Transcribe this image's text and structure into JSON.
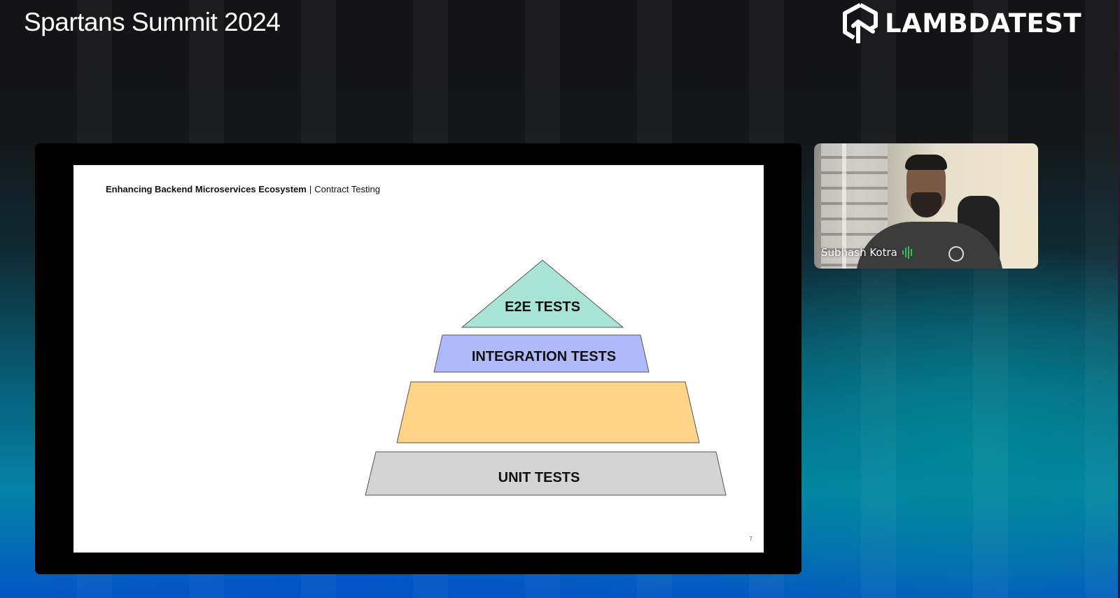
{
  "header": {
    "event_title": "Spartans Summit 2024",
    "brand_name": "LAMBDATEST",
    "brand_logo_icon": "lambdatest-logo-icon"
  },
  "presentation": {
    "slide_header_bold": "Enhancing Backend Microservices Ecosystem",
    "slide_header_separator": "|",
    "slide_header_regular": "Contract Testing",
    "slide_number": "7",
    "pyramid": {
      "layers": [
        {
          "label": "E2E TESTS",
          "color": "#a8e4d6",
          "shape": "triangle"
        },
        {
          "label": "INTEGRATION TESTS",
          "color": "#b0b9f9",
          "shape": "trapezoid"
        },
        {
          "label": "",
          "color": "#ffd486",
          "shape": "trapezoid"
        },
        {
          "label": "UNIT TESTS",
          "color": "#d4d4d4",
          "shape": "trapezoid"
        }
      ],
      "outline_color": "#555555"
    }
  },
  "participant": {
    "name": "Subhash Kotra",
    "audio_indicator_icon": "audio-level-icon",
    "audio_color": "#3dbb5f"
  },
  "colors": {
    "frame": "#000000",
    "slide_bg": "#ffffff",
    "title_text": "#ffffff"
  }
}
